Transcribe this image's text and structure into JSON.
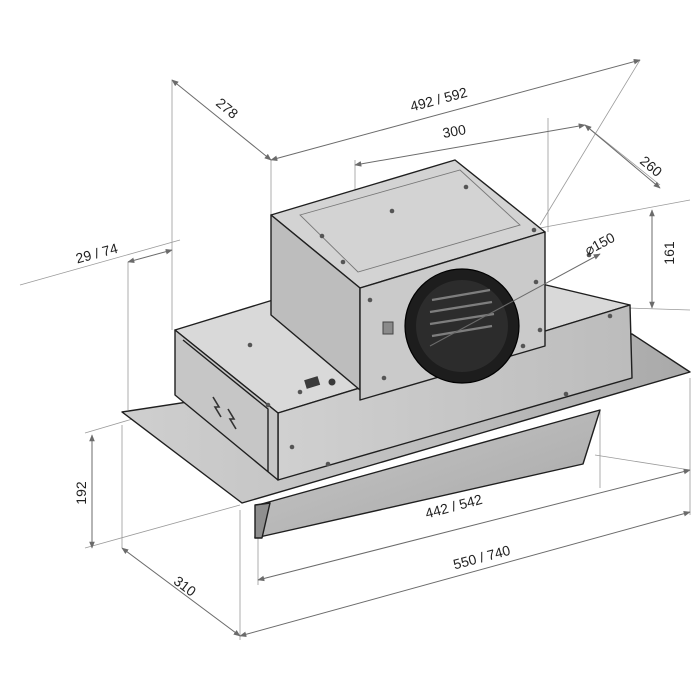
{
  "dimensions": {
    "total_width": "492 / 592",
    "duct_width": "300",
    "top_depth": "278",
    "right_depth": "260",
    "motor_height": "161",
    "duct_diameter": "⌀150",
    "offset": "29 / 74",
    "body_height": "192",
    "panel_width": "442 / 542",
    "glass_width": "550 / 740",
    "glass_depth": "310"
  },
  "colors": {
    "line": "#1f1f1f",
    "metal_light": "#d7d7d7",
    "metal_mid": "#c4c4c4",
    "metal_dark": "#b2b2b2",
    "glass": "#bdbdbd",
    "dimension": "#6b6b6b"
  }
}
